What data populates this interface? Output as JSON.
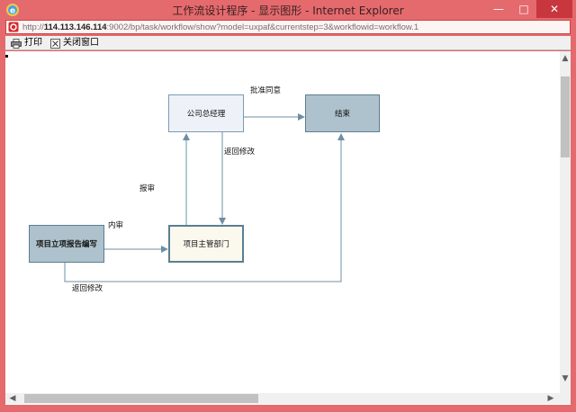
{
  "window": {
    "title": "工作流设计程序 - 显示图形 - Internet Explorer",
    "minimize_glyph": "—",
    "maximize_glyph": "□",
    "close_glyph": "✕",
    "icon": "ie-icon"
  },
  "address": {
    "prefix": "http://",
    "host": "114.113.146.114",
    "rest": ":9002/bp/task/workflow/show?model=uxpaf&currentstep=3&workflowid=workflow.1"
  },
  "toolbar": {
    "print_label": "打印",
    "close_window_label": "关闭窗口"
  },
  "diagram": {
    "nodes": {
      "general_manager": "公司总经理",
      "end": "结束",
      "project_report": "项目立项报告编写",
      "department": "项目主管部门"
    },
    "edges": {
      "approve": "批准同意",
      "return_gm": "返回修改",
      "report": "报审",
      "internal_review": "内审",
      "return_bottom": "返回修改"
    },
    "colors": {
      "line": "#6e8fa3",
      "accent_node": "#adc2cc",
      "highlight_node": "#fbf8ee"
    }
  },
  "scrollbar": {
    "up": "▲",
    "down": "▼",
    "left": "◀",
    "right": "▶"
  }
}
